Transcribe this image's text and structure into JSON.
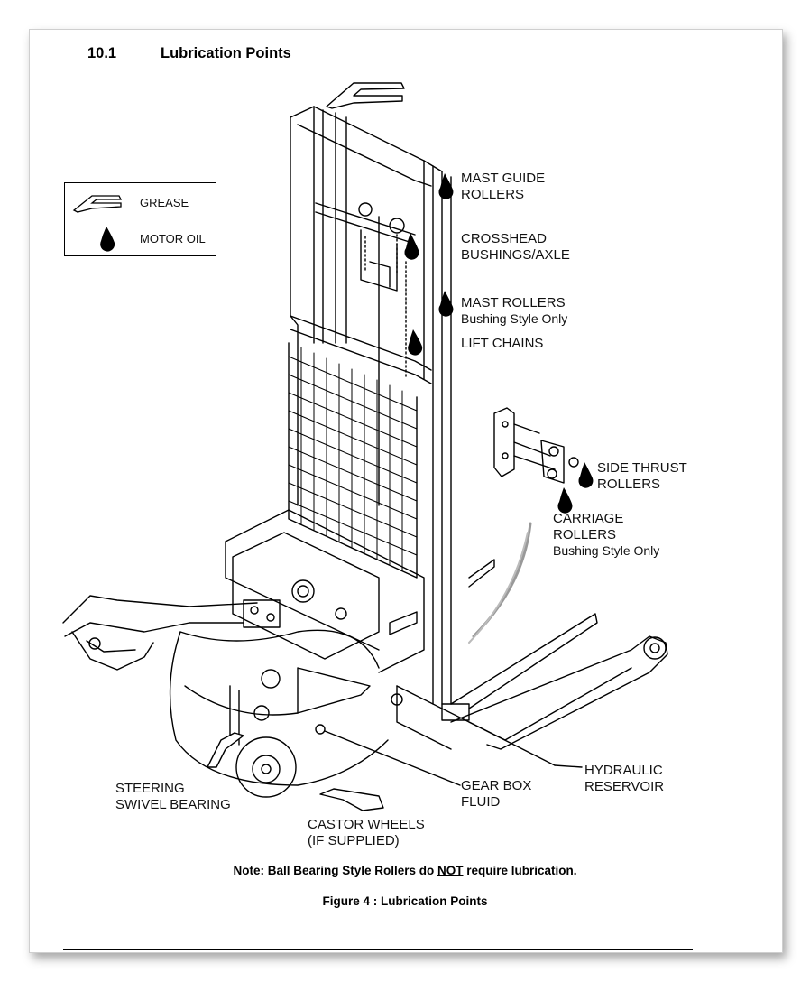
{
  "section": {
    "number": "10.1",
    "title": "Lubrication Points"
  },
  "legend": {
    "grease": "GREASE",
    "motor_oil": "MOTOR OIL"
  },
  "labels": {
    "mast_guide_rollers": [
      "MAST GUIDE",
      "ROLLERS"
    ],
    "crosshead": [
      "CROSSHEAD",
      "BUSHINGS/AXLE"
    ],
    "mast_rollers": "MAST ROLLERS",
    "mast_rollers_note": "Bushing Style Only",
    "lift_chains": "LIFT CHAINS",
    "side_thrust": [
      "SIDE THRUST",
      "ROLLERS"
    ],
    "carriage": [
      "CARRIAGE",
      "ROLLERS"
    ],
    "carriage_note": "Bushing Style Only",
    "hydraulic": [
      "HYDRAULIC",
      "RESERVOIR"
    ],
    "gear_box": [
      "GEAR BOX",
      "FLUID"
    ],
    "steering": [
      "STEERING",
      "SWIVEL BEARING"
    ],
    "castor": [
      "CASTOR WHEELS",
      "(IF SUPPLIED)"
    ]
  },
  "note": {
    "prefix": "Note: Ball Bearing Style Rollers do ",
    "emphasis": "NOT",
    "suffix": " require lubrication."
  },
  "caption": "Figure 4 : Lubrication Points",
  "colors": {
    "ink": "#000000",
    "paper": "#ffffff"
  }
}
